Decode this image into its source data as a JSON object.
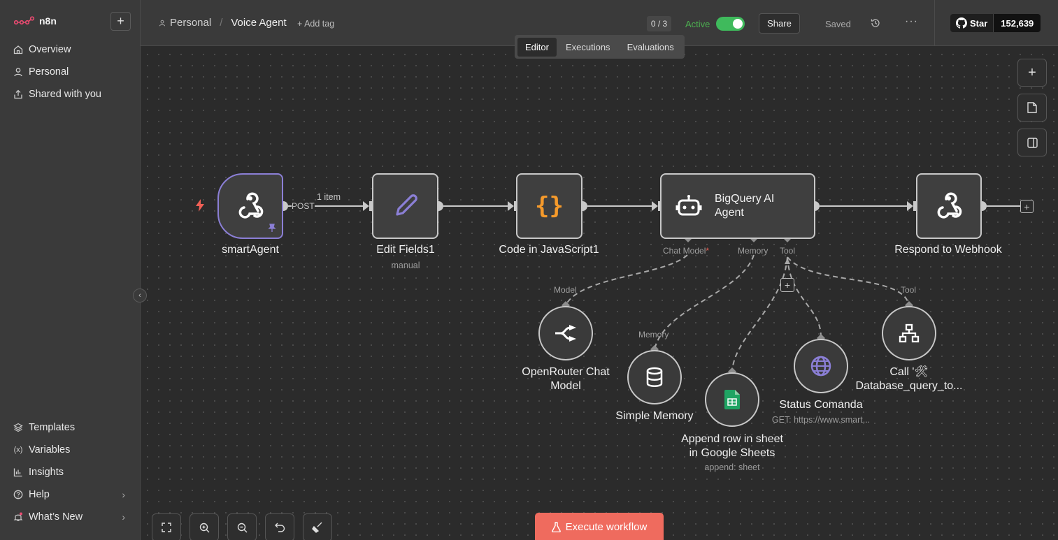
{
  "app": {
    "logo_text": "n8n"
  },
  "sidebar": {
    "top_items": [
      {
        "label": "Overview",
        "icon": "home-icon"
      },
      {
        "label": "Personal",
        "icon": "user-icon"
      },
      {
        "label": "Shared with you",
        "icon": "share-icon"
      }
    ],
    "bottom_items": [
      {
        "label": "Templates",
        "icon": "templates-icon"
      },
      {
        "label": "Variables",
        "icon": "variables-icon"
      },
      {
        "label": "Insights",
        "icon": "insights-icon"
      },
      {
        "label": "Help",
        "icon": "help-icon"
      },
      {
        "label": "What’s New",
        "icon": "bell-icon"
      }
    ]
  },
  "header": {
    "project": "Personal",
    "workflow_name": "Voice Agent",
    "add_tag": "+ Add tag",
    "counter": "0 / 3",
    "active_label": "Active",
    "share_label": "Share",
    "saved_label": "Saved",
    "github_star": "Star",
    "github_count": "152,639"
  },
  "tabs": [
    "Editor",
    "Executions",
    "Evaluations"
  ],
  "nodes": {
    "smart_agent": {
      "label": "smartAgent",
      "output_label": "POST"
    },
    "edit_fields": {
      "label": "Edit Fields1",
      "sub": "manual"
    },
    "code_js": {
      "label": "Code in JavaScript1"
    },
    "bq_agent": {
      "label": "BigQuery AI Agent",
      "ports": [
        "Chat Model",
        "Memory",
        "Tool"
      ],
      "required_mark": "*"
    },
    "respond": {
      "label": "Respond to Webhook"
    },
    "openrouter": {
      "label_line1": "OpenRouter Chat",
      "label_line2": "Model",
      "port": "Model"
    },
    "simple_memory": {
      "label": "Simple Memory",
      "port": "Memory"
    },
    "sheets": {
      "label_line1": "Append row in sheet",
      "label_line2": "in Google Sheets",
      "sub": "append: sheet"
    },
    "status": {
      "label": "Status Comanda",
      "sub": "GET: https://www.smart..."
    },
    "call_db": {
      "label_line1": "Call '🛠",
      "label_line2": "Database_query_to...",
      "port": "Tool"
    }
  },
  "edges": {
    "first_item_count": "1 item"
  },
  "footer": {
    "execute_label": "Execute workflow"
  },
  "colors": {
    "accent": "#ef6b5e",
    "active": "#3fba5c",
    "trigger_border": "#8b7fd6",
    "code_icon": "#f59a2b",
    "sheets_green": "#1fa463"
  }
}
